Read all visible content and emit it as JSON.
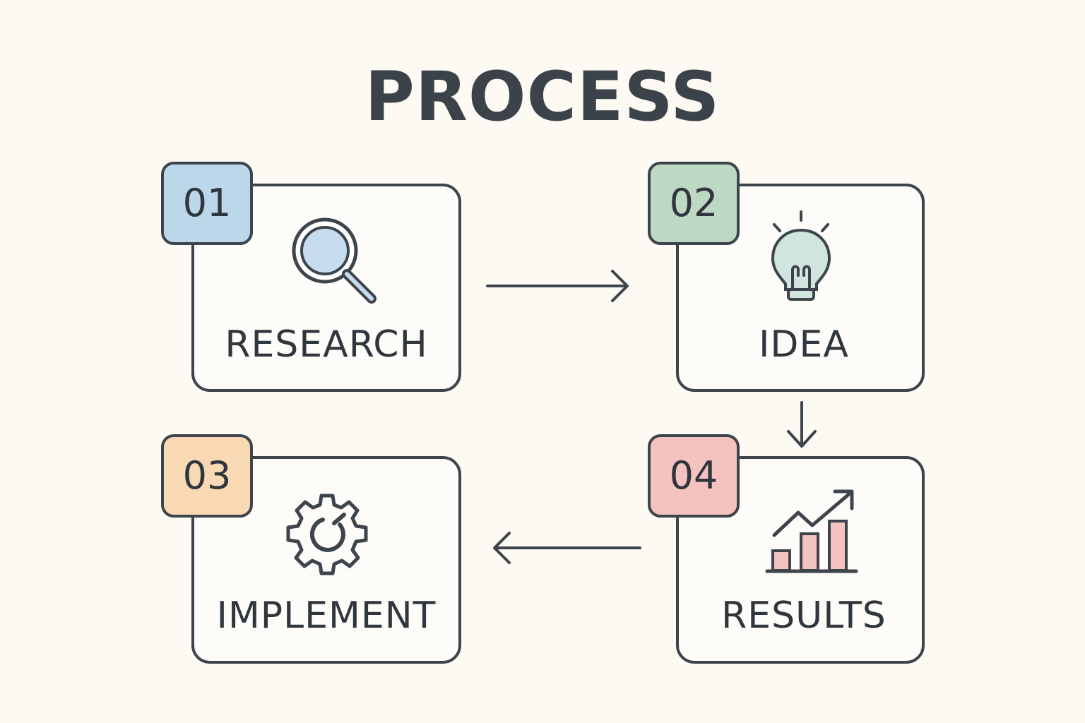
{
  "title": "PROCESS",
  "steps": [
    {
      "number": "01",
      "label": "RESEARCH",
      "icon": "magnifier-icon",
      "color": "#bcd7ea"
    },
    {
      "number": "02",
      "label": "IDEA",
      "icon": "lightbulb-icon",
      "color": "#bdd8c3"
    },
    {
      "number": "03",
      "label": "IMPLEMENT",
      "icon": "gear-icon",
      "color": "#f8d9b3"
    },
    {
      "number": "04",
      "label": "RESULTS",
      "icon": "growth-chart-icon",
      "color": "#f5c3bf"
    }
  ],
  "colors": {
    "background": "#fcfaf3",
    "stroke": "#3d444b",
    "text": "#2f363d"
  }
}
